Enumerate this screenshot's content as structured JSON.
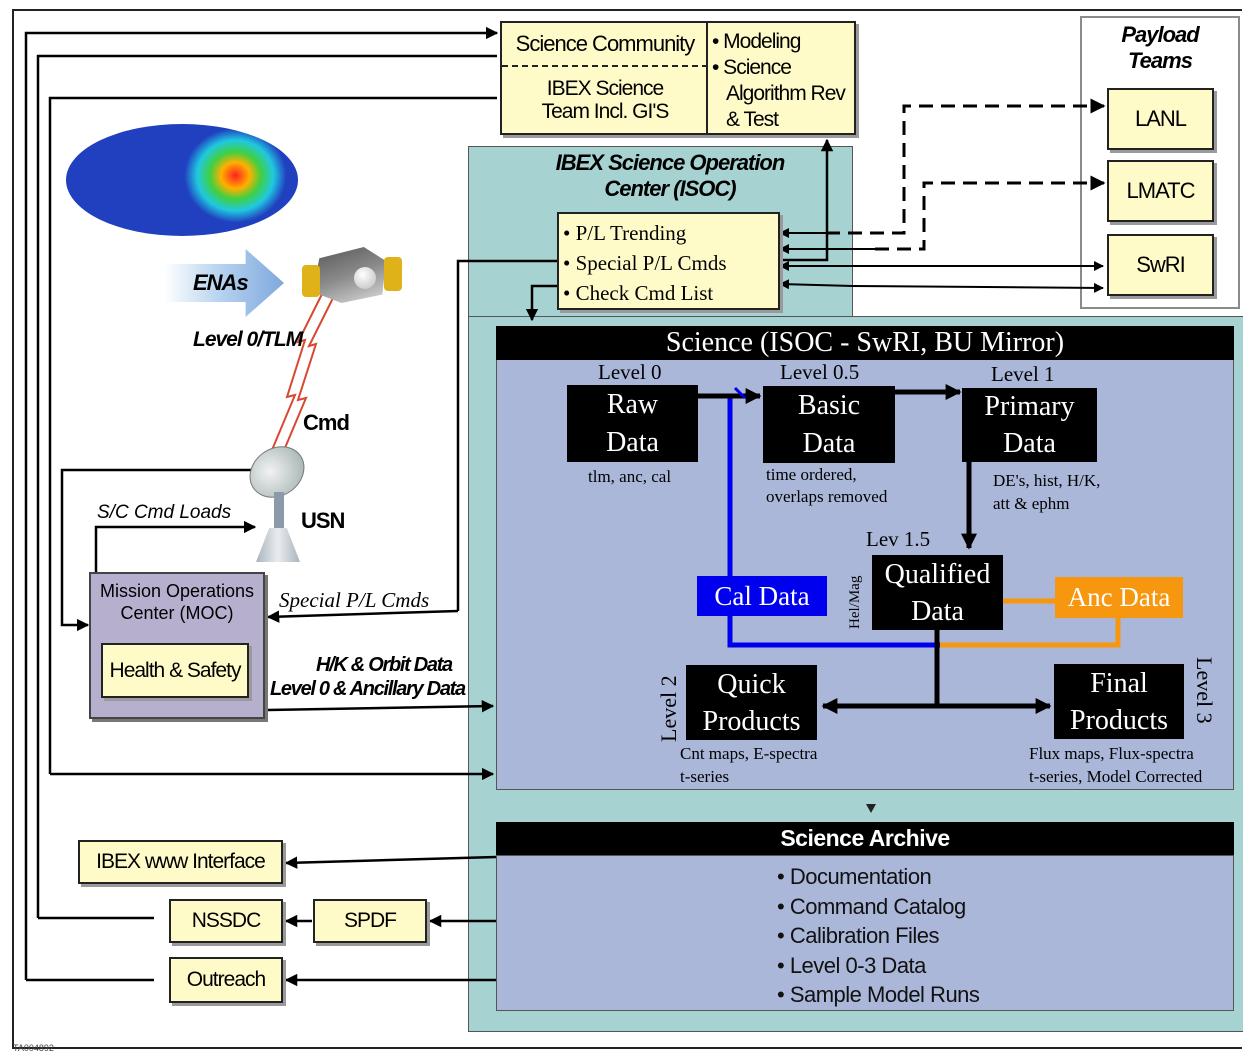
{
  "corner_code": "TA004892",
  "science_community": {
    "title": "Science Community",
    "ibex_team": [
      "IBEX Science",
      "Team Incl. GI'S"
    ],
    "notes": [
      "• Modeling",
      "• Science",
      "Algorithm Rev",
      "& Test"
    ]
  },
  "payload_teams": {
    "title": [
      "Payload",
      "Teams"
    ],
    "teams": [
      "LANL",
      "LMATC",
      "SwRI"
    ]
  },
  "isoc": {
    "title": [
      "IBEX Science Operation",
      "Center (ISOC)"
    ],
    "tasks": [
      "• P/L Trending",
      "• Special P/L Cmds",
      "• Check Cmd List"
    ]
  },
  "science": {
    "header": "Science (ISOC - SwRI, BU Mirror)",
    "levels": {
      "l0": "Level 0",
      "l05": "Level 0.5",
      "l1": "Level 1",
      "l15": "Lev 1.5",
      "l2": "Level 2",
      "l3": "Level 3"
    },
    "raw": {
      "label": [
        "Raw",
        "Data"
      ],
      "note": "tlm, anc, cal"
    },
    "basic": {
      "label": [
        "Basic",
        "Data"
      ],
      "note": [
        "time ordered,",
        "overlaps removed"
      ]
    },
    "primary": {
      "label": [
        "Primary",
        "Data"
      ],
      "note": [
        "DE's, hist,  H/K,",
        "att & ephm"
      ]
    },
    "qualified": {
      "label": [
        "Qualified",
        "Data"
      ],
      "side": "Hel/Mag"
    },
    "cal": "Cal Data",
    "anc": "Anc Data",
    "quick": {
      "label": [
        "Quick",
        "Products"
      ],
      "note": [
        "Cnt maps, E-spectra",
        "t-series"
      ]
    },
    "final": {
      "label": [
        "Final",
        "Products"
      ],
      "note": [
        "Flux maps, Flux-spectra",
        "t-series, Model Corrected"
      ]
    }
  },
  "archive": {
    "header": "Science Archive",
    "items": [
      "• Documentation",
      "• Command Catalog",
      "• Calibration Files",
      "• Level 0-3 Data",
      "• Sample Model Runs"
    ]
  },
  "outputs": {
    "www": "IBEX www Interface",
    "nssdc": "NSSDC",
    "spdf": "SPDF",
    "outreach": "Outreach"
  },
  "left": {
    "enas": "ENAs",
    "level0_tlm": "Level 0/TLM",
    "cmd": "Cmd",
    "sc_cmd_loads": "S/C Cmd Loads",
    "usn": "USN",
    "special_cmds": "Special P/L Cmds",
    "hk_orbit": "H/K & Orbit Data",
    "level0_anc": "Level 0 & Ancillary Data",
    "moc": [
      "Mission Operations",
      "Center (MOC)"
    ],
    "health": "Health & Safety"
  },
  "colors": {
    "teal": "#a6d3d1",
    "periwinkle": "#aab7d9",
    "yellow": "#fffbc8",
    "cal_blue": "#0000ee",
    "anc_orange": "#f7960f",
    "moc_purple": "#b6afce"
  }
}
